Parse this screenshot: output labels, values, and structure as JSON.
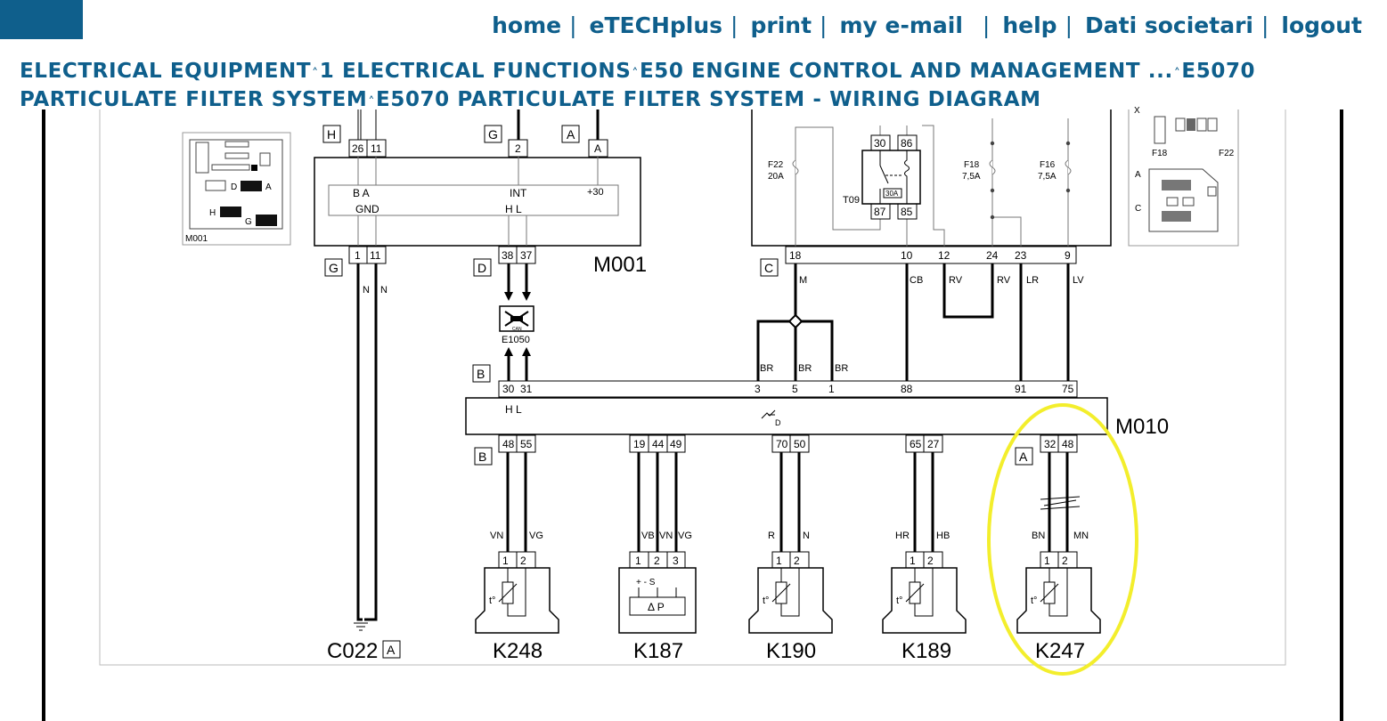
{
  "nav": {
    "links": [
      "home",
      "eTECHplus",
      "print",
      "my e-mail",
      "help",
      "Dati societari",
      "logout"
    ],
    "separator": "|"
  },
  "breadcrumb": {
    "items": [
      "ELECTRICAL EQUIPMENT",
      "1 ELECTRICAL FUNCTIONS",
      "E50 ENGINE CONTROL AND MANAGEMENT ...",
      "E5070 PARTICULATE FILTER SYSTEM",
      "E5070 PARTICULATE FILTER SYSTEM - WIRING DIAGRAM"
    ]
  },
  "diagram": {
    "components": {
      "m001": "M001",
      "m010": "M010",
      "e1050": "E1050",
      "can": "CAN",
      "t09": "T09",
      "c022": "C022",
      "k248": "K248",
      "k187": "K187",
      "k190": "K190",
      "k189": "K189",
      "k247": "K247",
      "m001_thumb": "M001",
      "f18": "F18",
      "f22": "F22"
    },
    "connectors": {
      "H": "H",
      "G": "G",
      "A": "A",
      "D": "D",
      "C": "C",
      "B": "B"
    },
    "fuses": {
      "f22": "F22",
      "f22_rating": "20A",
      "f18": "F18",
      "f18_rating": "7,5A",
      "f16": "F16",
      "f16_rating": "7,5A",
      "relay_rating": "30A"
    },
    "pin_labels": {
      "m001_top_left": "B  A",
      "m001_gnd": "GND",
      "m001_int": "INT",
      "m001_hl": "H  L",
      "m001_plus30": "+30",
      "m010_hl": "H  L",
      "m010_d": "D",
      "k187_pins": "+    -    S",
      "k187_dp": "Δ P",
      "temp": "t°"
    },
    "pins": {
      "m001_top": [
        "26",
        "11",
        "2",
        "A"
      ],
      "m001_bottom": [
        "1",
        "11",
        "38",
        "37"
      ],
      "relay": [
        "30",
        "86",
        "87",
        "85"
      ],
      "fuse_row": [
        "18",
        "10",
        "12",
        "24",
        "23",
        "9"
      ],
      "m010_top": [
        "30",
        "31",
        "3",
        "5",
        "1",
        "88",
        "91",
        "75"
      ],
      "m010_bottom": [
        "48",
        "55",
        "19",
        "44",
        "49",
        "70",
        "50",
        "65",
        "27",
        "32",
        "48"
      ],
      "sensor_pins": [
        "1",
        "2",
        "3"
      ]
    },
    "wires": {
      "gnd_n1": "N",
      "gnd_n2": "N",
      "m": "M",
      "cb": "CB",
      "rv1": "RV",
      "rv2": "RV",
      "lr": "LR",
      "lv": "LV",
      "br1": "BR",
      "br2": "BR",
      "br3": "BR",
      "vn": "VN",
      "vg": "VG",
      "vb": "VB",
      "vn2": "VN",
      "vg2": "VG",
      "r": "R",
      "n": "N",
      "hr": "HR",
      "hb": "HB",
      "bn": "BN",
      "mn": "MN"
    },
    "thumb_labels": {
      "a": "A",
      "c": "C",
      "d": "D",
      "a2": "A",
      "h": "H",
      "g": "G",
      "x": "X"
    },
    "highlight_color": "#f3ee2c",
    "accent_color": "#0f5f8c"
  }
}
